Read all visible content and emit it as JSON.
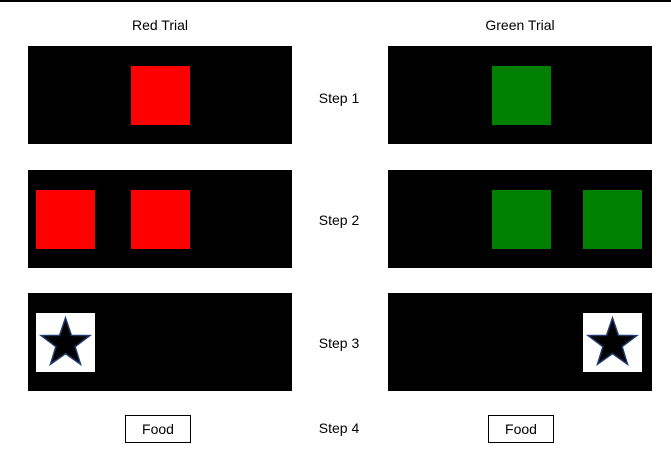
{
  "trials": [
    {
      "title": "Red Trial",
      "color": "#ff0000"
    },
    {
      "title": "Green Trial",
      "color": "#008000"
    }
  ],
  "steps": [
    "Step 1",
    "Step 2",
    "Step 3",
    "Step 4"
  ],
  "reward": {
    "label": "Food"
  },
  "icons": {
    "cue": "star-icon"
  },
  "colors": {
    "panel": "#000000",
    "star_fill": "#000000",
    "star_stroke": "#1f3a6e",
    "tile": "#ffffff"
  }
}
